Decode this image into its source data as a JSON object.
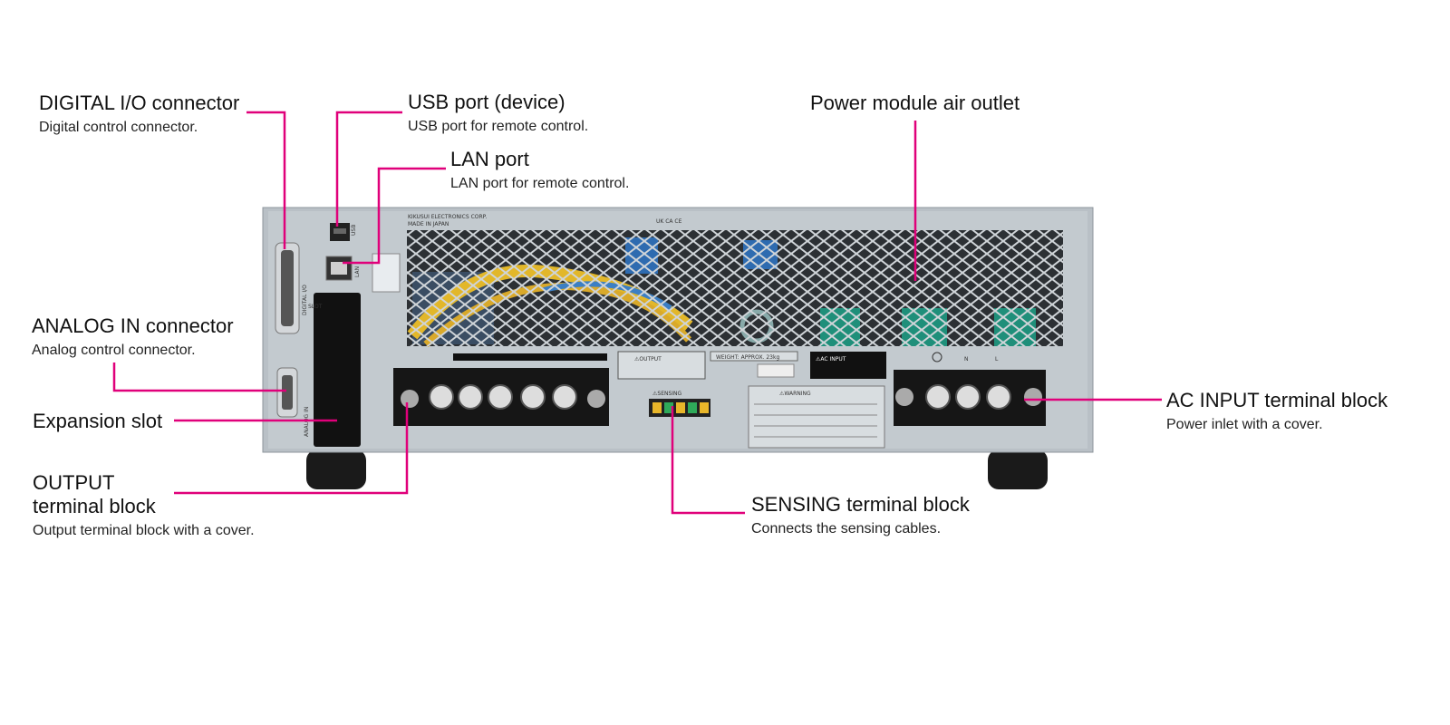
{
  "leader_color": "#e0007a",
  "callouts": {
    "digital_io": {
      "title": "DIGITAL I/O connector",
      "desc": "Digital control connector."
    },
    "usb": {
      "title": "USB port (device)",
      "desc": "USB port for remote control."
    },
    "lan": {
      "title": "LAN port",
      "desc": "LAN port for remote control."
    },
    "air_outlet": {
      "title": "Power module air outlet",
      "desc": ""
    },
    "analog_in": {
      "title": "ANALOG IN connector",
      "desc": "Analog control connector."
    },
    "expansion": {
      "title": "Expansion slot",
      "desc": ""
    },
    "output": {
      "title": "OUTPUT\nterminal block",
      "desc": "Output terminal block with a cover."
    },
    "sensing": {
      "title": "SENSING terminal block",
      "desc": "Connects the sensing cables."
    },
    "ac_input": {
      "title": "AC INPUT terminal block",
      "desc": "Power inlet with a cover."
    }
  },
  "panel": {
    "manufacturer": "KIKUSUI ELECTRONICS CORP.",
    "made_in": "MADE IN JAPAN",
    "usb_label": "USB",
    "lan_label": "LAN",
    "digital_io_label": "DIGITAL I/O",
    "slot_label": "SLOT",
    "analog_in_label": "ANALOG IN",
    "marks": "UK CA  CE",
    "output_label": "⚠OUTPUT",
    "ac_input_label": "⚠AC INPUT",
    "sensing_label": "⚠SENSING",
    "warning_label": "⚠WARNING",
    "weight": "WEIGHT: APPROX. 23kg",
    "ac_n": "N",
    "ac_l": "L"
  }
}
